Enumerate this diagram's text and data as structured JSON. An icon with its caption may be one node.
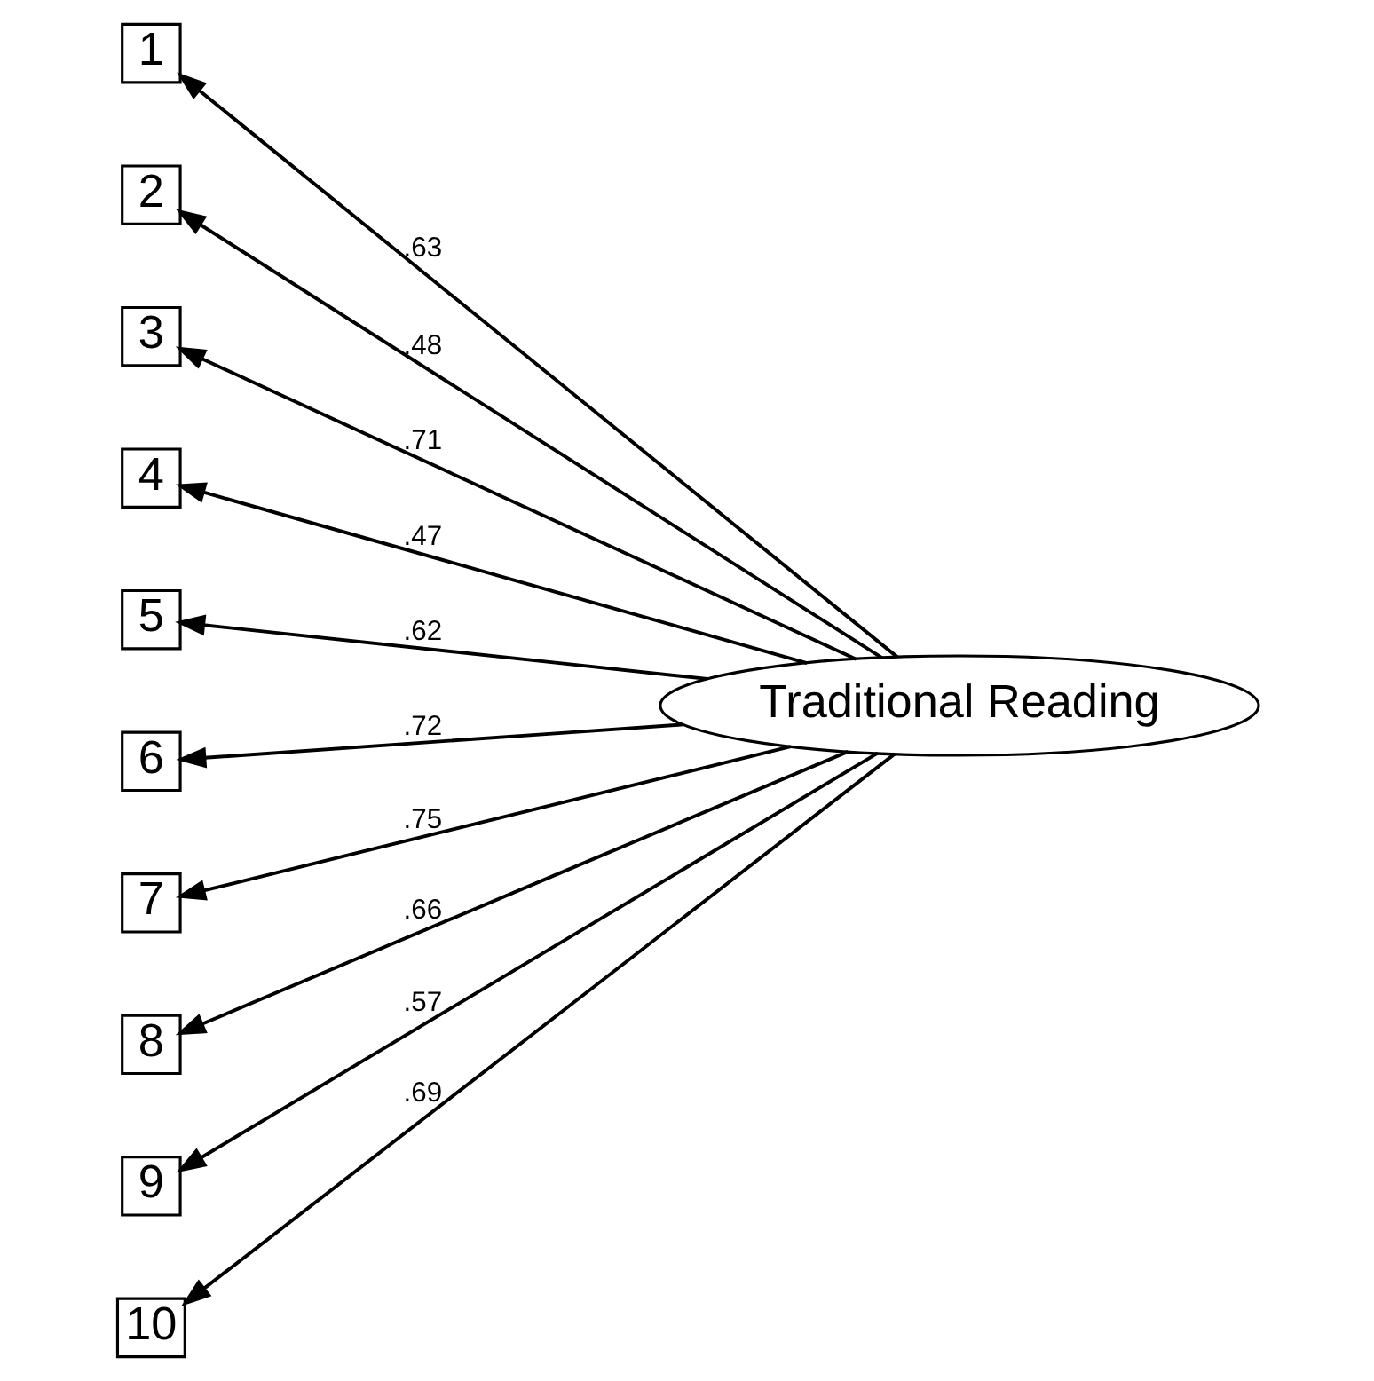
{
  "diagram": {
    "nodes": [
      {
        "text": [
          "1"
        ]
      },
      {
        "text": [
          "2"
        ]
      },
      {
        "text": [
          "3"
        ]
      },
      {
        "text": [
          "4"
        ]
      },
      {
        "text": [
          "5"
        ]
      },
      {
        "text": [
          "6"
        ]
      },
      {
        "text": [
          "7"
        ]
      },
      {
        "text": [
          "8"
        ]
      },
      {
        "text": [
          "9"
        ]
      },
      {
        "text": [
          "10"
        ]
      },
      {
        "text": [
          "Traditional Reading"
        ]
      }
    ],
    "edges": [
      {
        "from": 10,
        "to": 0,
        "arrow": "to",
        "label": ".63"
      },
      {
        "from": 10,
        "to": 1,
        "arrow": "to",
        "label": ".48"
      },
      {
        "from": 10,
        "to": 2,
        "arrow": "to",
        "label": ".71"
      },
      {
        "from": 10,
        "to": 3,
        "arrow": "to",
        "label": ".47"
      },
      {
        "from": 10,
        "to": 4,
        "arrow": "to",
        "label": ".62"
      },
      {
        "from": 10,
        "to": 5,
        "arrow": "to",
        "label": ".72"
      },
      {
        "from": 10,
        "to": 6,
        "arrow": "to",
        "label": ".75"
      },
      {
        "from": 10,
        "to": 7,
        "arrow": "to",
        "label": ".66"
      },
      {
        "from": 10,
        "to": 8,
        "arrow": "to",
        "label": ".57"
      },
      {
        "from": 10,
        "to": 9,
        "arrow": "to",
        "label": ".69"
      }
    ]
  }
}
